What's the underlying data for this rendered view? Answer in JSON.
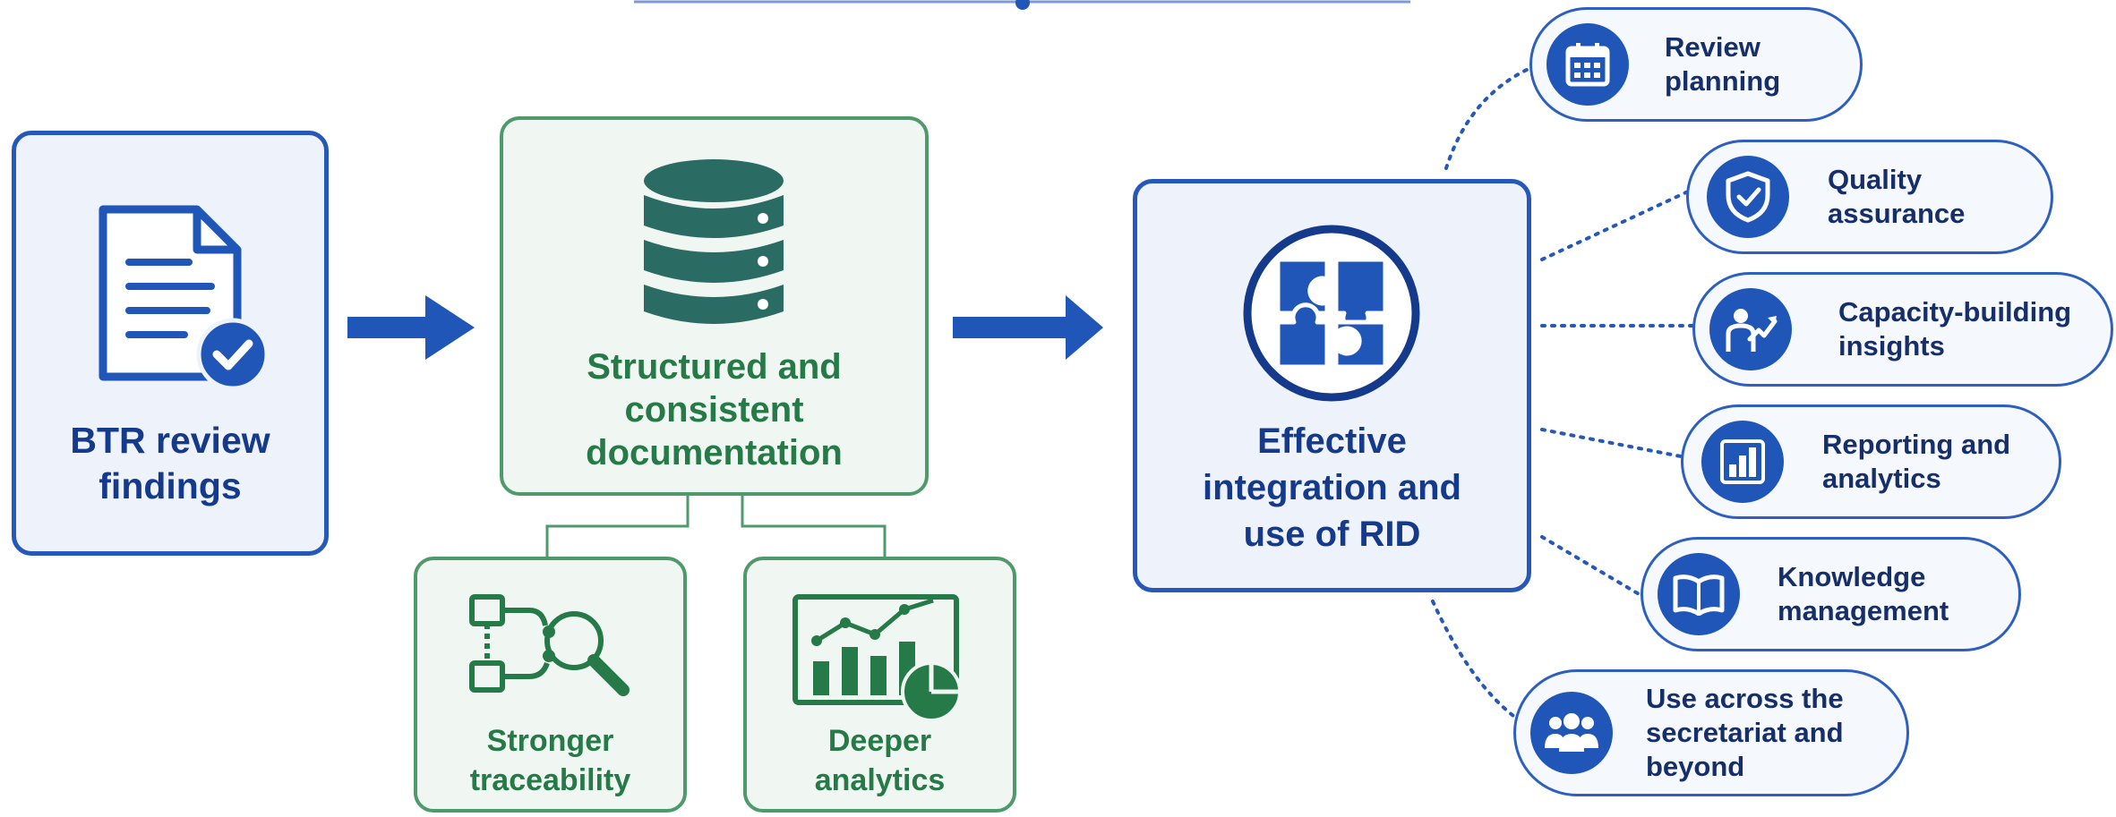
{
  "diagram": {
    "input": {
      "label": "BTR review\nfindings",
      "icon": "document-check-icon"
    },
    "documentation": {
      "label": "Structured and\nconsistent\ndocumentation",
      "icon": "database-icon"
    },
    "traceability": {
      "label": "Stronger\ntraceability",
      "icon": "flow-search-icon"
    },
    "analytics": {
      "label": "Deeper\nanalytics",
      "icon": "chart-analytics-icon"
    },
    "integration": {
      "label": "Effective\nintegration and\nuse of RID",
      "icon": "puzzle-icon"
    },
    "benefits": [
      {
        "label": "Review\nplanning",
        "icon": "calendar-icon"
      },
      {
        "label": "Quality\nassurance",
        "icon": "shield-check-icon"
      },
      {
        "label": "Capacity-building\ninsights",
        "icon": "person-growth-icon"
      },
      {
        "label": "Reporting and\nanalytics",
        "icon": "bar-chart-icon"
      },
      {
        "label": "Knowledge\nmanagement",
        "icon": "book-icon"
      },
      {
        "label": "Use across the\nsecretariat and\nbeyond",
        "icon": "group-icon"
      }
    ]
  },
  "colors": {
    "blue": "#1f56b8",
    "dark_blue": "#153a8c",
    "green": "#257a47",
    "green_border": "#4e9a6a",
    "teal_db": "#2a6b63"
  }
}
